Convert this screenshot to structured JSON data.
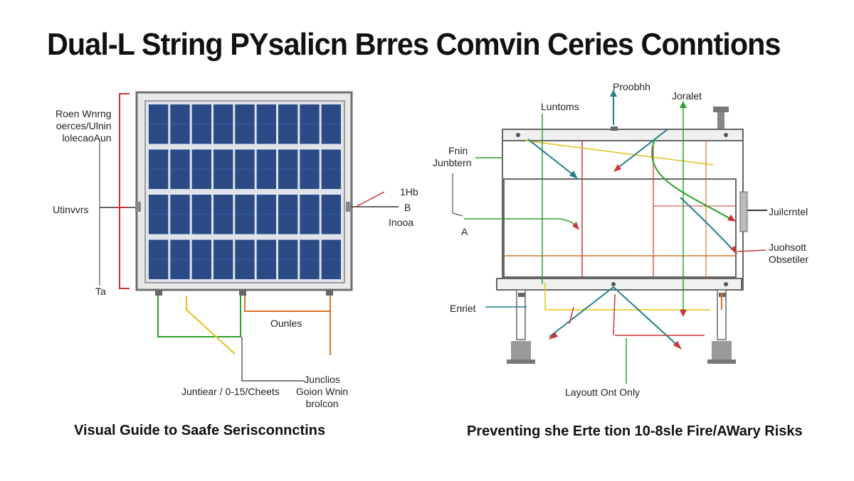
{
  "title": "Dual-L String PYsalicn Brres Comvin Ceries Conntions",
  "left": {
    "label_top": [
      "Roen Wnrng",
      "oerces/Ulnin",
      "lolecaoAun"
    ],
    "label_mid": "Utinvvrs",
    "label_bottom_a": "Ta",
    "label_right_top": "1Hb",
    "label_right_mid": "B",
    "label_right_bot": "Inooa",
    "label_below": "Ounles",
    "label_junction": "Juntiear / 0-15/Cheets",
    "label_junction2": [
      "Junclios",
      "Goion Wnin",
      "brolcon"
    ],
    "caption": "Visual Guide to Saafe Serisconnctins",
    "colors": {
      "frame": "#7f7f7f",
      "cell": "#2b4a86",
      "green": "#2aa02a",
      "yellow": "#e0c21a",
      "orange": "#d7742a",
      "red": "#cc3333"
    }
  },
  "right": {
    "label_top_a": "Proobhh",
    "label_top_b": "Joralet",
    "label_top_c": "Luntoms",
    "label_left_a": [
      "Fnin",
      "Junbtern"
    ],
    "label_left_b": "A",
    "label_right_a": "Juilcrntel",
    "label_right_b": [
      "Juohsott",
      "Obsetiler"
    ],
    "label_left_c": "Enriet",
    "label_bottom": "Layoutt Ont Only",
    "caption": "Preventing she Erte tion 10-8sle Fire/AWary Risks",
    "colors": {
      "frame": "#888888",
      "green": "#2aa02a",
      "yellow": "#e0c21a",
      "orange": "#d7742a",
      "red": "#cc3333",
      "teal": "#1f7f8a"
    }
  }
}
